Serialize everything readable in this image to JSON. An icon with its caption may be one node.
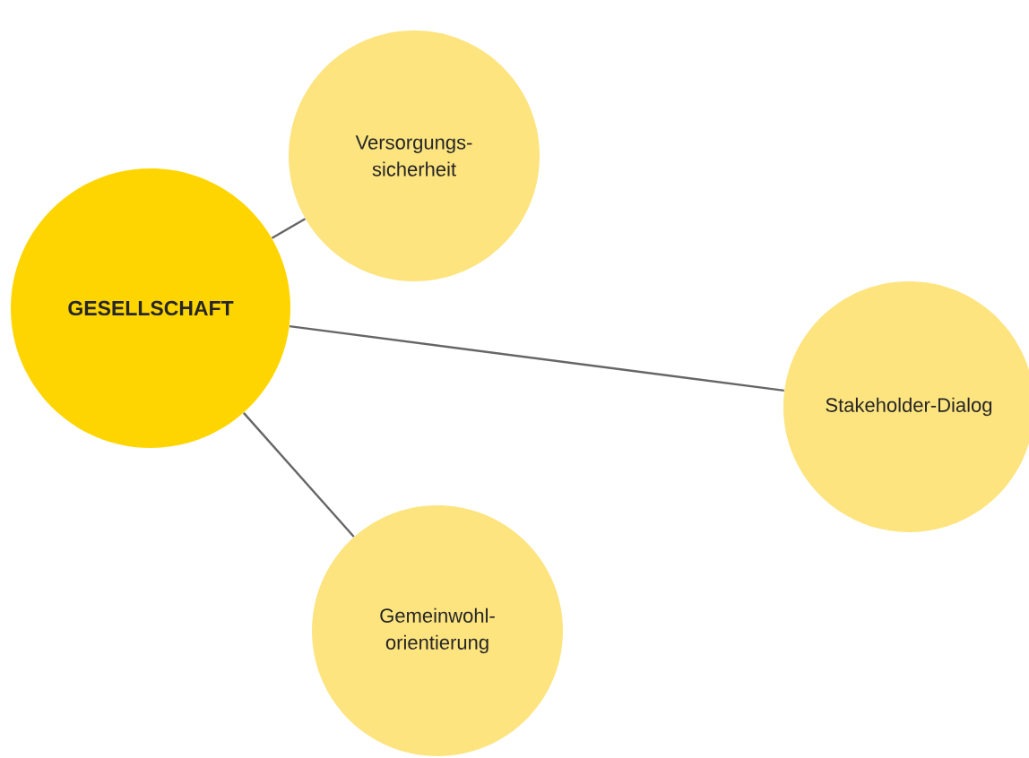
{
  "diagram": {
    "nodes": [
      {
        "text": [
          "GESELLSCHAFT"
        ]
      },
      {
        "text": [
          "Versorgungs-sicherheit"
        ]
      },
      {
        "text": [
          "Stakeholder-Dialog"
        ]
      },
      {
        "text": [
          "Gemeinwohl-orientierung"
        ]
      }
    ],
    "edges": [
      {
        "from": 0,
        "to": 1,
        "arrow": "none"
      },
      {
        "from": 0,
        "to": 2,
        "arrow": "none"
      },
      {
        "from": 0,
        "to": 3,
        "arrow": "none"
      }
    ]
  }
}
